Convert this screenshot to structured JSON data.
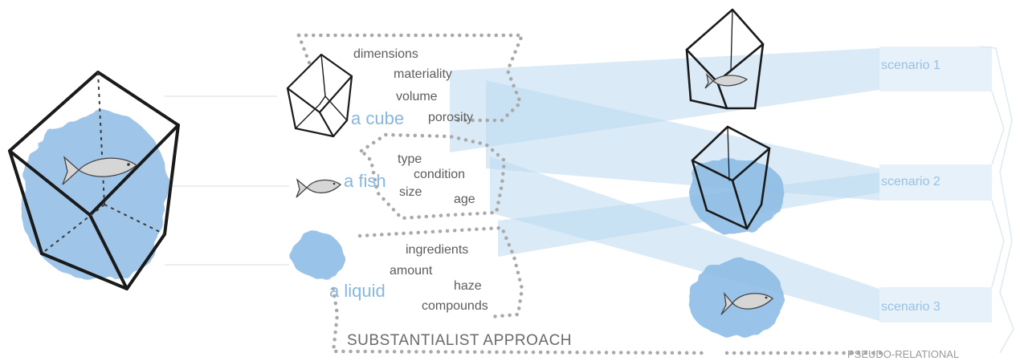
{
  "approach_title": "SUBSTANTIALIST APPROACH",
  "pseudo_relational_label": "PSEUDO-RELATIONAL",
  "objects": {
    "cube": {
      "name": "a cube",
      "attributes": [
        "dimensions",
        "materiality",
        "volume",
        "porosity"
      ]
    },
    "fish": {
      "name": "a fish",
      "attributes": [
        "type",
        "condition",
        "size",
        "age"
      ]
    },
    "liquid": {
      "name": "a liquid",
      "attributes": [
        "ingredients",
        "amount",
        "haze",
        "compounds"
      ]
    }
  },
  "scenarios": [
    "scenario 1",
    "scenario 2",
    "scenario 3"
  ],
  "colors": {
    "accent_blue": "#87b7e0",
    "water_blue": "#8fbde6",
    "beam_blue": "#bcdaf1",
    "text_gray": "#5c5c5c",
    "dots_gray": "#a9a9a9"
  }
}
